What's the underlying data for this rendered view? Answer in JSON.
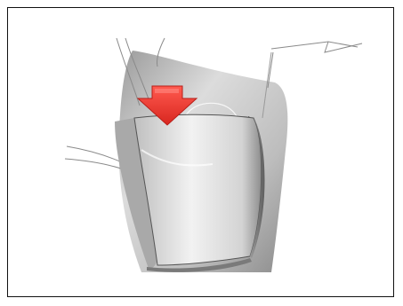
{
  "figure": {
    "subject": "glove-box-open-lever-illustration",
    "indicator": {
      "type": "arrow",
      "direction": "down",
      "color": "#e8352e"
    },
    "colors": {
      "frame_border": "#111111",
      "panel_light": "#e2e2e2",
      "panel_mid": "#b9b9b9",
      "panel_dark": "#7f7f7f",
      "lever": "#a89272",
      "line_art": "#8a8a8a"
    }
  }
}
